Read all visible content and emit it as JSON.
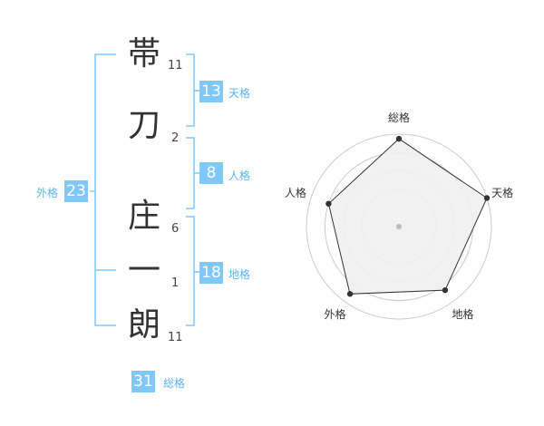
{
  "name": {
    "characters": [
      {
        "char": "帯",
        "strokes": "11"
      },
      {
        "char": "刀",
        "strokes": "2"
      },
      {
        "char": "庄",
        "strokes": "6"
      },
      {
        "char": "一",
        "strokes": "1"
      },
      {
        "char": "朗",
        "strokes": "11"
      }
    ]
  },
  "fortunes": {
    "tenkaku": {
      "label": "天格",
      "value": "13"
    },
    "jinkaku": {
      "label": "人格",
      "value": "8"
    },
    "chikaku": {
      "label": "地格",
      "value": "18"
    },
    "gaikaku": {
      "label": "外格",
      "value": "23"
    },
    "soukaku": {
      "label": "総格",
      "value": "31"
    }
  },
  "radar": {
    "axes": [
      "総格",
      "天格",
      "地格",
      "外格",
      "人格"
    ],
    "values": [
      0.95,
      1.0,
      0.85,
      0.9,
      0.8
    ],
    "max": 1.0,
    "colors": {
      "fill": "#efefef",
      "line": "#333333",
      "ring": "#cccccc",
      "point": "#333333",
      "center": "#bbbbbb"
    }
  },
  "colors": {
    "bracket": "#7fc8f8",
    "badge": "#7fc8f8",
    "badge_label": "#5ab4ec"
  }
}
